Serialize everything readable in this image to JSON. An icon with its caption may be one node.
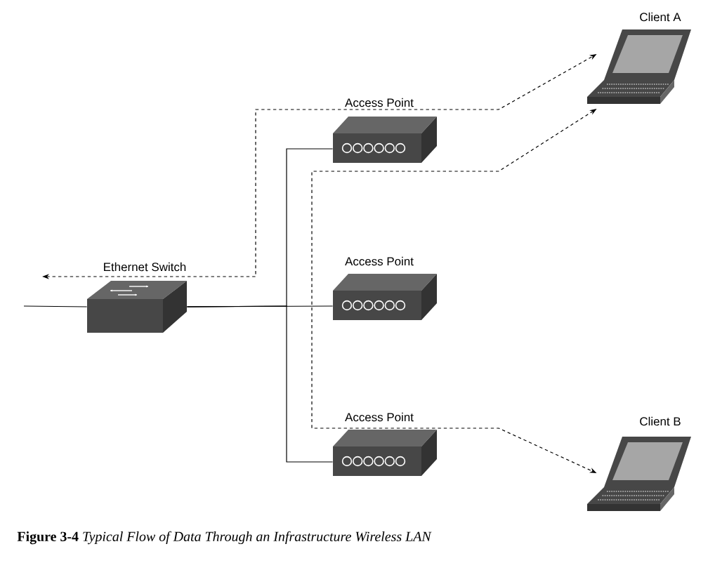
{
  "diagram": {
    "caption": "**Figure 3-4** *Typical Flow of Data Through an Infrastructure Wireless LAN*",
    "nodes": [
      {
        "text": [
          "Ethernet Switch"
        ]
      },
      {
        "text": [
          "Access Point"
        ]
      },
      {
        "text": [
          "Access Point"
        ]
      },
      {
        "text": [
          "Access Point"
        ]
      },
      {
        "text": [
          "Client A"
        ]
      },
      {
        "text": [
          "Client B"
        ]
      }
    ],
    "edges": [
      {
        "from": null,
        "to": 0,
        "arrow": "none"
      },
      {
        "from": 0,
        "to": 1,
        "arrow": "none"
      },
      {
        "from": 0,
        "to": 2,
        "arrow": "none"
      },
      {
        "from": 0,
        "to": 3,
        "arrow": "none"
      },
      {
        "from": null,
        "to": 4,
        "arrow": "both",
        "style": "dashed"
      },
      {
        "from": 4,
        "to": 5,
        "arrow": "both",
        "style": "dashed"
      }
    ]
  }
}
